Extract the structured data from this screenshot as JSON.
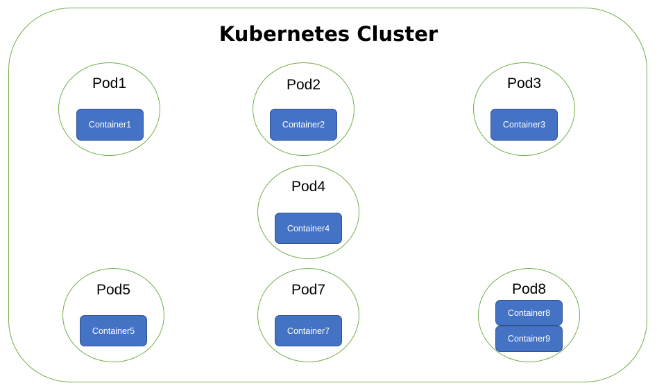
{
  "cluster": {
    "title": "Kubernetes Cluster"
  },
  "pods": [
    {
      "label": "Pod1",
      "containers": [
        "Container1"
      ]
    },
    {
      "label": "Pod2",
      "containers": [
        "Container2"
      ]
    },
    {
      "label": "Pod3",
      "containers": [
        "Container3"
      ]
    },
    {
      "label": "Pod4",
      "containers": [
        "Container4"
      ]
    },
    {
      "label": "Pod5",
      "containers": [
        "Container5"
      ]
    },
    {
      "label": "Pod7",
      "containers": [
        "Container7"
      ]
    },
    {
      "label": "Pod8",
      "containers": [
        "Container8",
        "Container9"
      ]
    }
  ],
  "colors": {
    "cluster_border": "#70ad47",
    "pod_border": "#70ad47",
    "container_fill": "#4472c4",
    "container_border": "#2f528f",
    "container_text": "#ffffff"
  }
}
